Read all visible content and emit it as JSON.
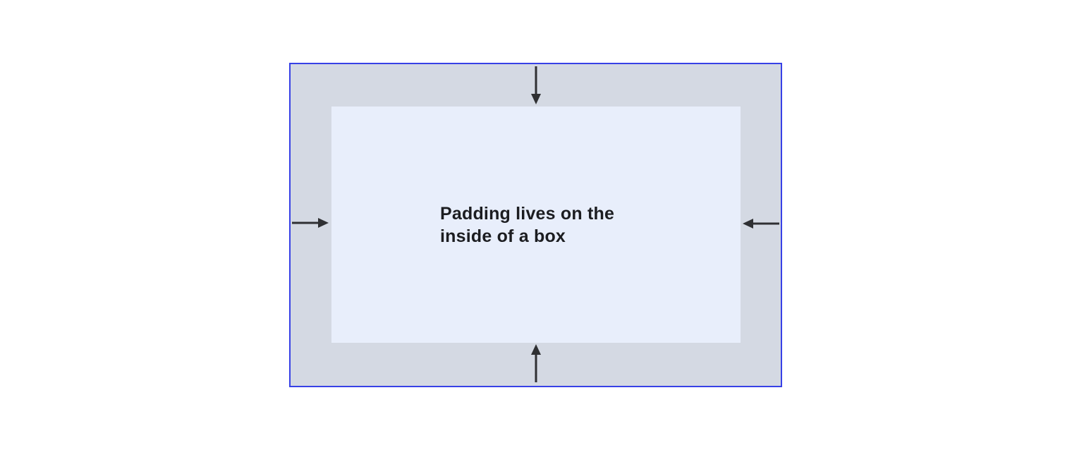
{
  "diagram": {
    "title": "padding-inside-a-box-diagram",
    "label": {
      "lines": {
        "0": "Padding lives on the",
        "1": "inside of a box"
      },
      "full_text": "Padding lives on the inside of a box"
    },
    "arrows": [
      {
        "name": "arrow-down-icon",
        "edge": "top",
        "direction": "pointing-inward-down"
      },
      {
        "name": "arrow-left-icon",
        "edge": "right",
        "direction": "pointing-inward-left"
      },
      {
        "name": "arrow-up-icon",
        "edge": "bottom",
        "direction": "pointing-inward-up"
      },
      {
        "name": "arrow-right-icon",
        "edge": "left",
        "direction": "pointing-inward-right"
      }
    ]
  },
  "colors": {
    "border_blue": "#3741e6",
    "padding_area": "#d4d9e3",
    "content_box": "#e8eefb",
    "arrow_color": "#2f3033",
    "text_color": "#1c1d21",
    "page_bg": "#ffffff"
  }
}
